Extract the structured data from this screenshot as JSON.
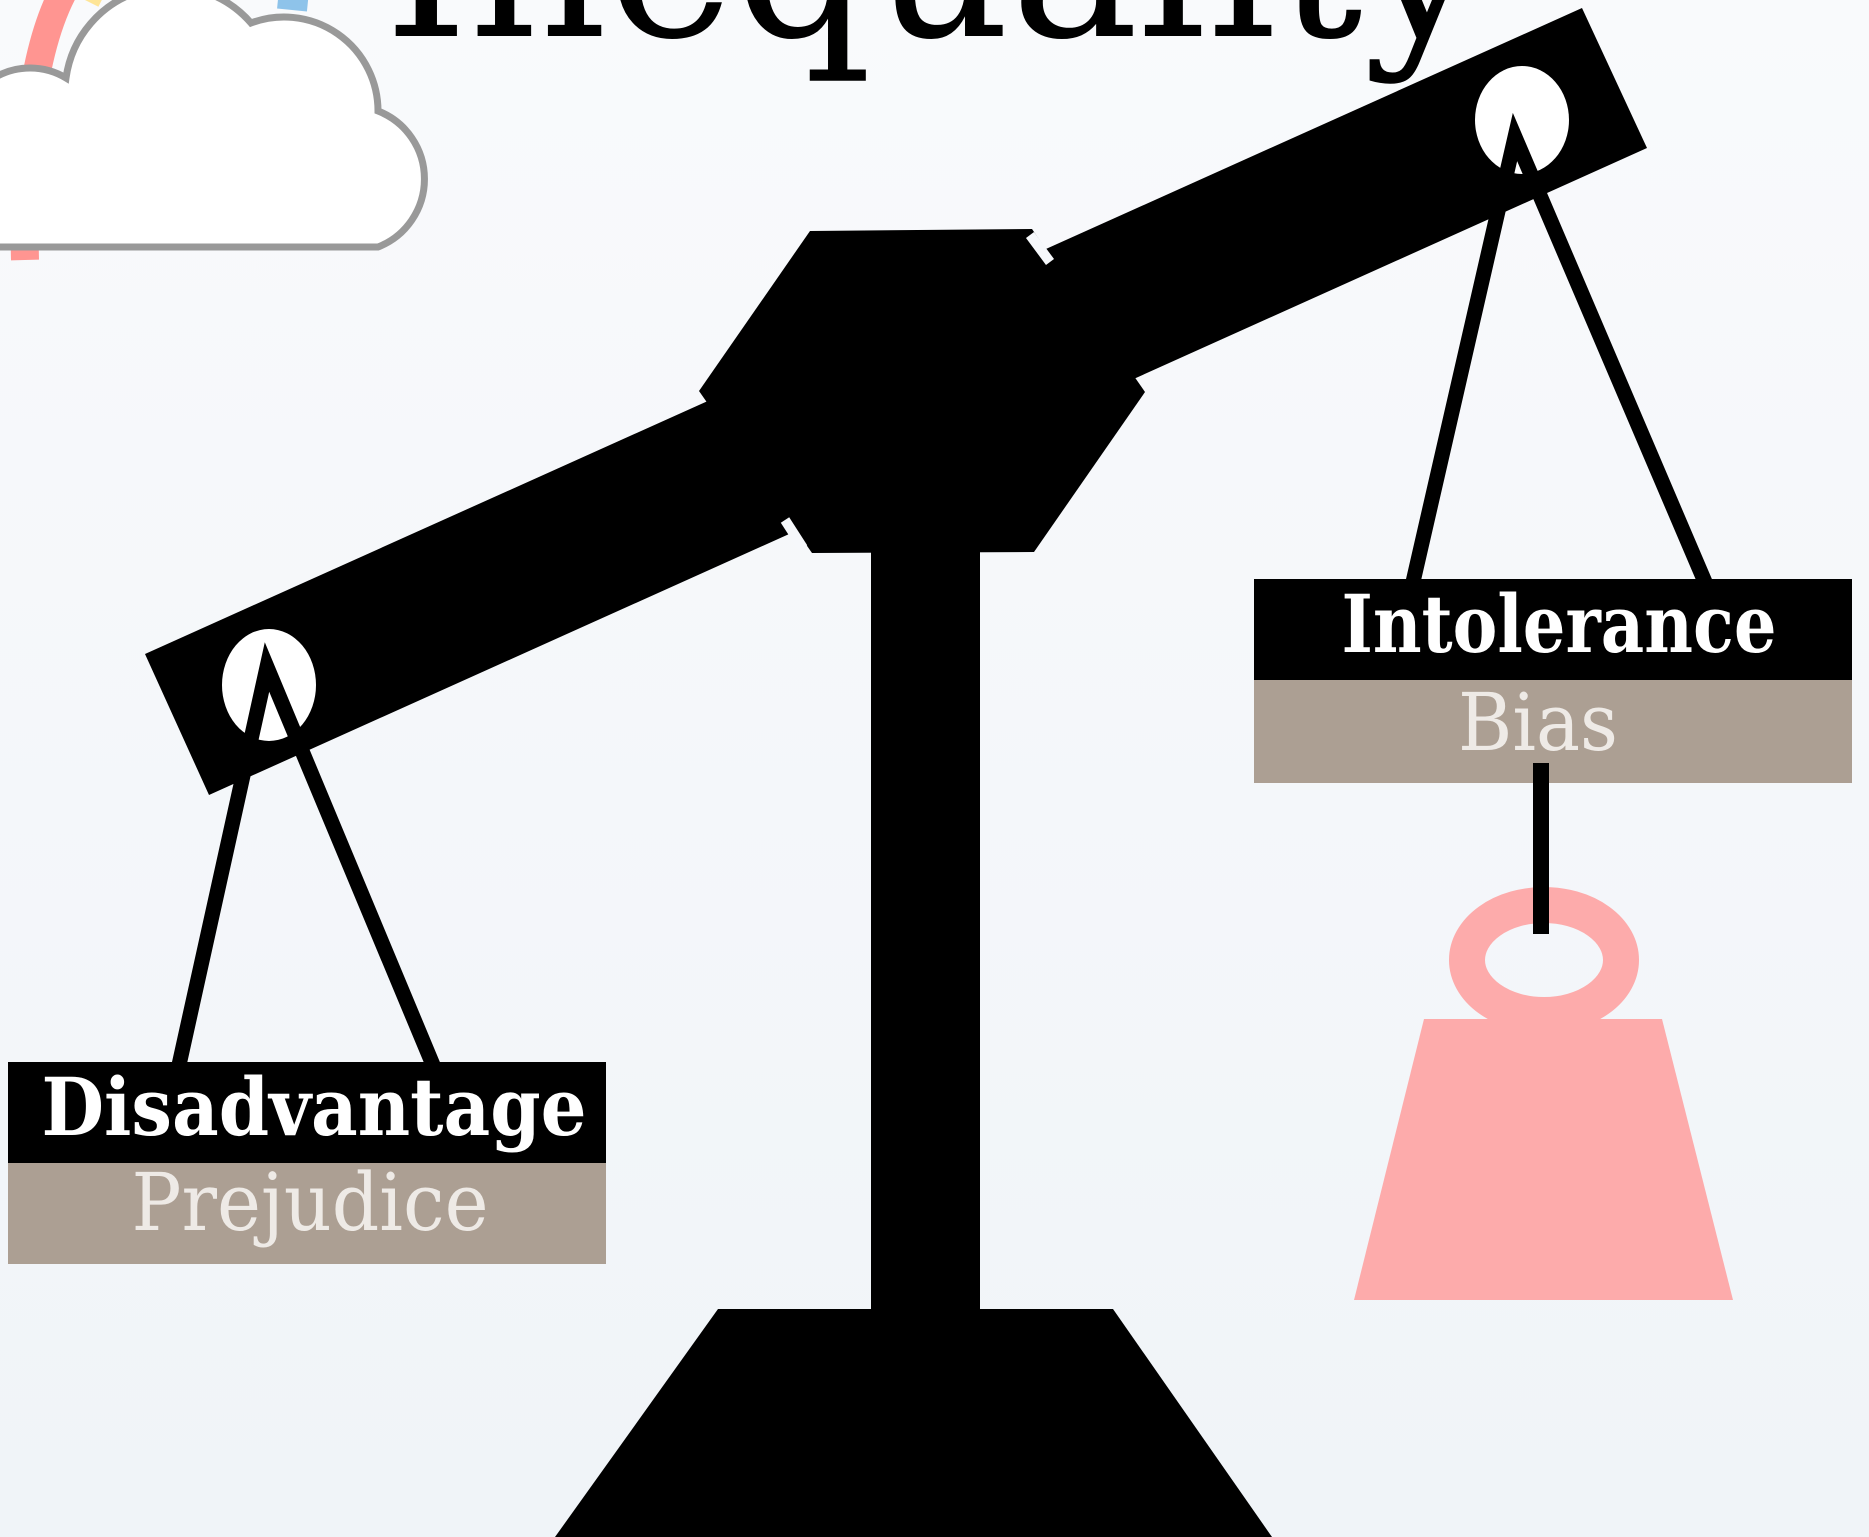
{
  "title": "Inequality",
  "left_pan": {
    "top_label": "Disadvantage",
    "bottom_label": "Prejudice"
  },
  "right_pan": {
    "top_label": "Intolerance",
    "bottom_label": "Bias"
  },
  "colors": {
    "ink": "#000000",
    "label_text": "#ffffff",
    "tan_band": "#ac9f93",
    "tan_text": "#eeeae6",
    "weight": "#fdabab",
    "cloud_fill": "#ffffff",
    "cloud_stroke": "#999999",
    "rainbow_red": "#ff9591",
    "rainbow_yellow": "#fee597",
    "rainbow_blue": "#8ec3ea"
  }
}
